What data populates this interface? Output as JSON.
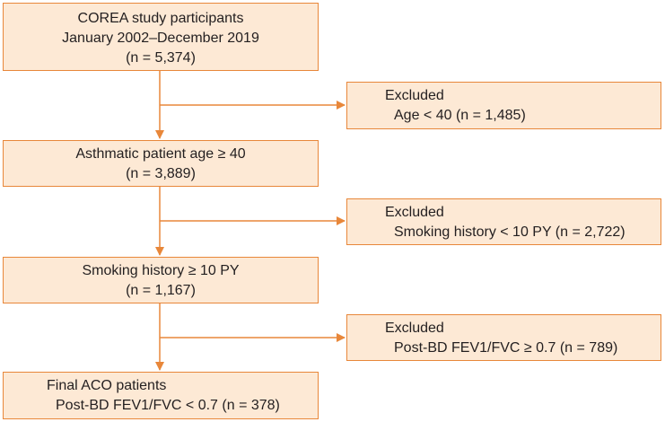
{
  "colors": {
    "box_fill": "#fde9d5",
    "box_border": "#e8873a",
    "arrow": "#e8873a",
    "text": "#231f20"
  },
  "boxes": {
    "participants": {
      "lines": [
        "COREA study participants",
        "January 2002–December 2019",
        "(n = 5,374)"
      ]
    },
    "exclude_age": {
      "lines": [
        "Excluded",
        "Age < 40 (n = 1,485)"
      ]
    },
    "asthmatic": {
      "lines": [
        "Asthmatic patient age ≥ 40",
        "(n = 3,889)"
      ]
    },
    "exclude_smoking": {
      "lines": [
        "Excluded",
        "Smoking history < 10 PY (n = 2,722)"
      ]
    },
    "smoking": {
      "lines": [
        "Smoking history ≥ 10 PY",
        "(n = 1,167)"
      ]
    },
    "exclude_fev": {
      "lines": [
        "Excluded",
        "Post-BD FEV1/FVC ≥ 0.7 (n = 789)"
      ]
    },
    "final": {
      "lines": [
        "Final ACO patients",
        "Post-BD FEV1/FVC < 0.7 (n = 378)"
      ]
    }
  }
}
